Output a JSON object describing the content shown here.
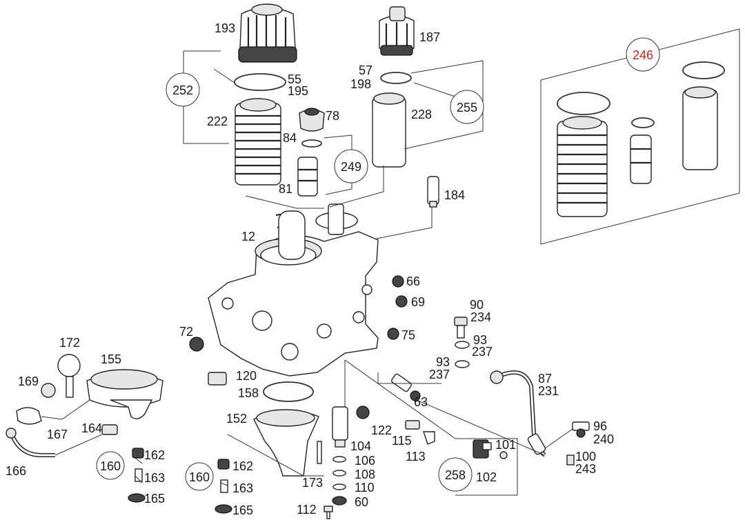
{
  "figure": {
    "callouts": [
      {
        "id": "c-252",
        "text": "252"
      },
      {
        "id": "c-255",
        "text": "255"
      },
      {
        "id": "c-249",
        "text": "249"
      },
      {
        "id": "c-246",
        "text": "246",
        "color": "#e02020"
      },
      {
        "id": "c-160a",
        "text": "160"
      },
      {
        "id": "c-160b",
        "text": "160"
      },
      {
        "id": "c-258",
        "text": "258"
      }
    ],
    "labels": {
      "l193": "193",
      "l187": "187",
      "l55": "55",
      "l195": "195",
      "l57": "57",
      "l198": "198",
      "l78": "78",
      "l228": "228",
      "l222": "222",
      "l84": "84",
      "l81": "81",
      "l184": "184",
      "l12": "12",
      "l66": "66",
      "l69": "69",
      "l75": "75",
      "l72": "72",
      "l90": "90",
      "l234": "234",
      "l93a": "93",
      "l237a": "237",
      "l93b": "93",
      "l237b": "237",
      "l172": "172",
      "l155": "155",
      "l169": "169",
      "l167": "167",
      "l164": "164",
      "l166": "166",
      "l120": "120",
      "l158": "158",
      "l63": "63",
      "l87": "87",
      "l231": "231",
      "l152": "152",
      "l122": "122",
      "l115": "115",
      "l113": "113",
      "l104": "104",
      "l106": "106",
      "l108": "108",
      "l110": "110",
      "l60": "60",
      "l112": "112",
      "l173": "173",
      "l162a": "162",
      "l163a": "163",
      "l165a": "165",
      "l162b": "162",
      "l163b": "163",
      "l165b": "165",
      "l101": "101",
      "l102": "102",
      "l96": "96",
      "l240": "240",
      "l100": "100",
      "l243": "243"
    }
  }
}
